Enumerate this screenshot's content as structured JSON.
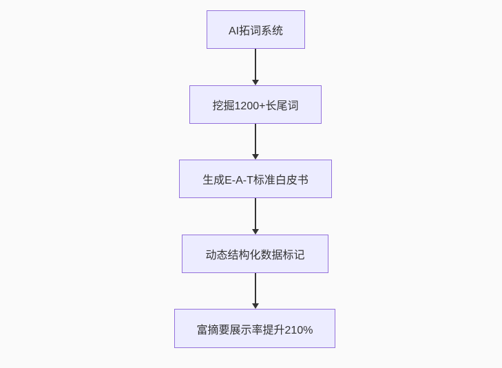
{
  "diagram": {
    "type": "flowchart",
    "direction": "top-down",
    "nodes": [
      {
        "id": "n1",
        "label": "AI拓词系统"
      },
      {
        "id": "n2",
        "label": "挖掘1200+长尾词"
      },
      {
        "id": "n3",
        "label": "生成E-A-T标准白皮书"
      },
      {
        "id": "n4",
        "label": "动态结构化数据标记"
      },
      {
        "id": "n5",
        "label": "富摘要展示率提升210%"
      }
    ],
    "edges": [
      {
        "from": "n1",
        "to": "n2"
      },
      {
        "from": "n2",
        "to": "n3"
      },
      {
        "from": "n3",
        "to": "n4"
      },
      {
        "from": "n4",
        "to": "n5"
      }
    ],
    "colors": {
      "node_fill": "#ECECFF",
      "node_border": "#9370DB",
      "arrow": "#333333",
      "text": "#333333",
      "background": "#FAFAFA"
    }
  }
}
